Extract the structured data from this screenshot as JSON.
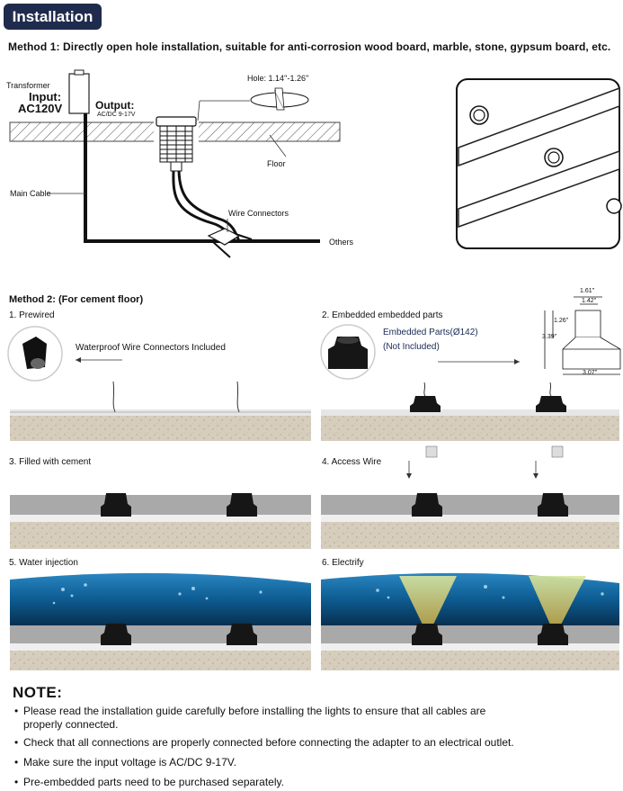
{
  "header": {
    "title": "Installation"
  },
  "method1": {
    "title": "Method 1: Directly open hole installation, suitable for anti-corrosion wood board, marble, stone, gypsum board, etc.",
    "transformer": "Transformer",
    "input": "Input:",
    "input_voltage": "AC120V",
    "output": "Output:",
    "output_voltage": "AC/DC 9-17V",
    "hole": "Hole: 1.14''-1.26''",
    "floor": "Floor",
    "main_cable": "Main Cable",
    "wire_connectors": "Wire Connectors",
    "others": "Others"
  },
  "method2": {
    "title": "Method 2: (For cement floor)",
    "steps": [
      {
        "label": "1. Prewired"
      },
      {
        "label": "2. Embedded embedded parts"
      },
      {
        "label": "3. Filled with cement"
      },
      {
        "label": "4. Access Wire"
      },
      {
        "label": "5. Water injection"
      },
      {
        "label": "6. Electrify"
      }
    ],
    "connectors_label": "Waterproof  Wire Connectors Included",
    "embedded_label": "Embedded Parts(Ø142)",
    "not_included": "(Not Included)",
    "dims": {
      "top": "1.61''",
      "inner": "1.42''",
      "neck": "1.26''",
      "height": "3.39''",
      "bottom": "3.07''"
    }
  },
  "notes": {
    "heading": "NOTE:",
    "items": [
      "Please read the installation guide carefully before installing the lights to ensure that all cables are properly connected.",
      "Check that all connections are properly connected before connecting the adapter to an electrical outlet.",
      "Make sure the input voltage is AC/DC 9-17V.",
      "Pre-embedded parts need to be purchased separately."
    ]
  },
  "colors": {
    "badge": "#1f2b4d",
    "water": "#0c4f7e",
    "cement": "#a8a8a8",
    "sand": "#d8d0c2"
  }
}
